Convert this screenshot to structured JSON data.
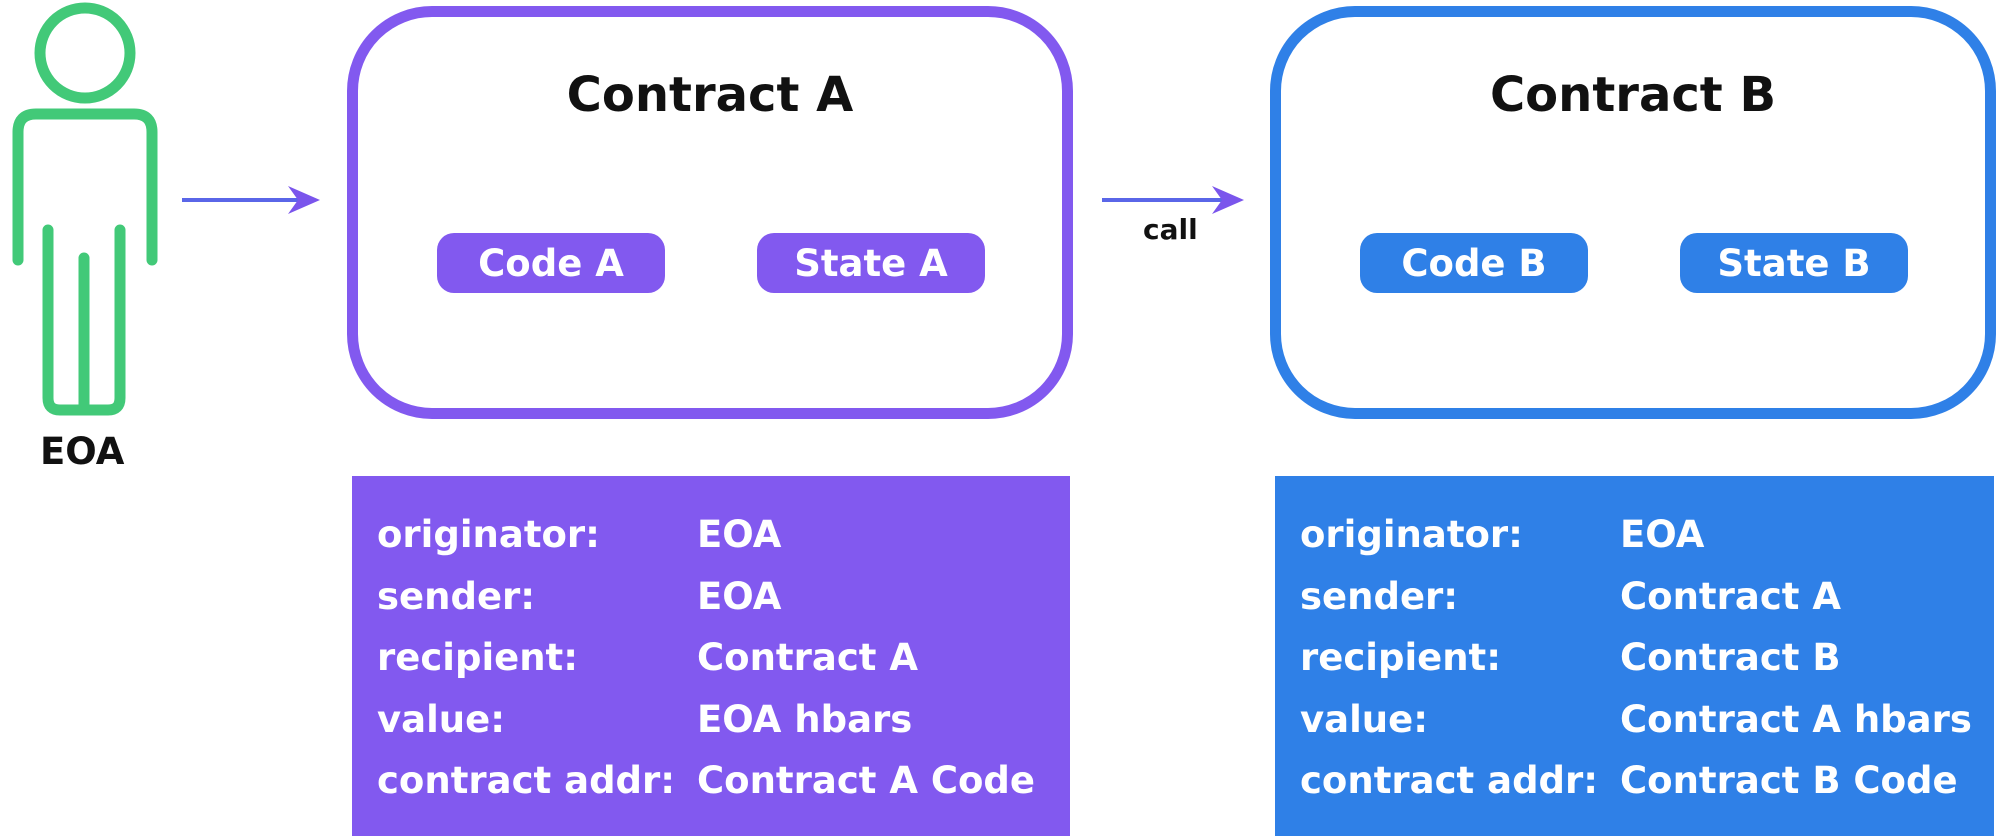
{
  "eoa": {
    "label": "EOA"
  },
  "call_label": "call",
  "contract_a": {
    "title": "Contract A",
    "code_label": "Code A",
    "state_label": "State A",
    "color": "#8259ef",
    "context": [
      {
        "key": "originator:",
        "value": "EOA"
      },
      {
        "key": "sender:",
        "value": "EOA"
      },
      {
        "key": "recipient:",
        "value": "Contract A"
      },
      {
        "key": "value:",
        "value": "EOA hbars"
      },
      {
        "key": "contract addr:",
        "value": "Contract A Code"
      }
    ]
  },
  "contract_b": {
    "title": "Contract B",
    "code_label": "Code B",
    "state_label": "State B",
    "color": "#2f80e7",
    "context": [
      {
        "key": "originator:",
        "value": "EOA"
      },
      {
        "key": "sender:",
        "value": "Contract A"
      },
      {
        "key": "recipient:",
        "value": "Contract B"
      },
      {
        "key": "value:",
        "value": "Contract A hbars"
      },
      {
        "key": "contract addr:",
        "value": "Contract B Code"
      }
    ]
  },
  "colors": {
    "eoa_green": "#42c978",
    "arrow_purple": "#7a55ec"
  }
}
